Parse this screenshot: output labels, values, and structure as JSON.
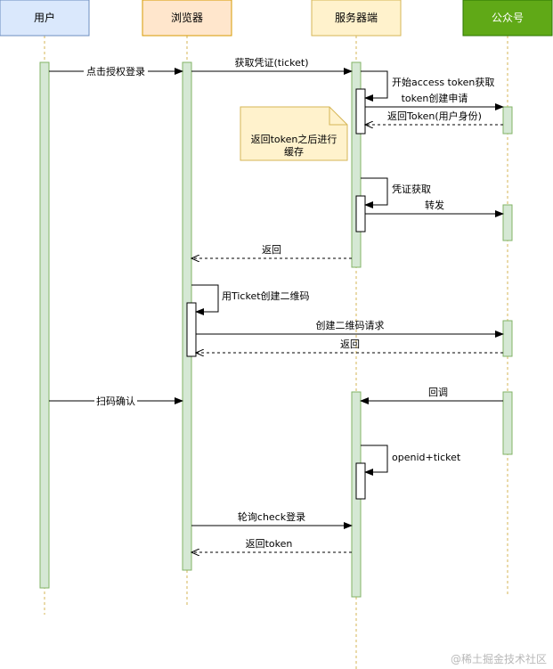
{
  "participants": {
    "user": "用户",
    "browser": "浏览器",
    "server": "服务器端",
    "official": "公众号"
  },
  "messages": {
    "m1": "点击授权登录",
    "m2": "获取凭证(ticket)",
    "m3": "开始access token获取",
    "m4": "token创建申请",
    "m5": "返回Token(用户身份)",
    "m6": "凭证获取",
    "m7": "转发",
    "m8": "返回",
    "m9": "用Ticket创建二维码",
    "m10": "创建二维码请求",
    "m11": "返回",
    "m12": "扫码确认",
    "m13": "回调",
    "m14": "openid+ticket",
    "m15": "轮询check登录",
    "m16": "返回token"
  },
  "note": {
    "line1": "返回token之后进行",
    "line2": "缓存"
  },
  "watermark": "@稀土掘金技术社区",
  "colors": {
    "user_fill": "#dae8fc",
    "user_stroke": "#6c8ebf",
    "browser_fill": "#ffe6cc",
    "browser_stroke": "#d79b00",
    "server_fill": "#fff2cc",
    "server_stroke": "#d6b656",
    "official_fill": "#60a917",
    "official_stroke": "#2d7600",
    "activation_fill": "#d5e8d4",
    "activation_stroke": "#82b366",
    "note_fill": "#fff2cc",
    "note_stroke": "#d6b656"
  }
}
